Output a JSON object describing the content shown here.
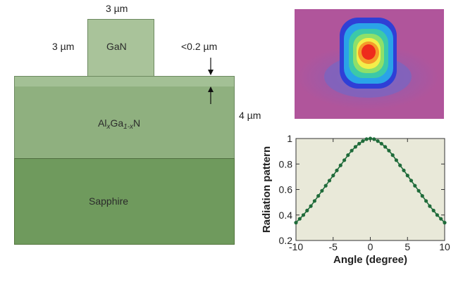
{
  "structure": {
    "ridge_width_label": "3 µm",
    "ridge_height_label": "3 µm",
    "ridge_material": "GaN",
    "thin_layer_label": "<0.2 µm",
    "cladding_thickness_label": "4 µm",
    "cladding_material": {
      "pre": "Al",
      "x1": "x",
      "mid": "Ga",
      "x2": "1-x",
      "post": "N"
    },
    "substrate_material": "Sapphire"
  },
  "colors": {
    "ridge": "#a9c39a",
    "thin_layer": "#a3c095",
    "cladding": "#8fb07f",
    "substrate": "#6f9a5d",
    "plot_bg": "#e9e9d9",
    "curve": "#1f6b3a",
    "mode_bg": "#b0559b"
  },
  "chart_data": {
    "type": "line",
    "xlabel": "Angle (degree)",
    "ylabel": "Radiation pattern",
    "xlim": [
      -10,
      10
    ],
    "ylim": [
      0.2,
      1.0
    ],
    "xticks": [
      -10,
      -5,
      0,
      5,
      10
    ],
    "yticks": [
      0.2,
      0.4,
      0.6,
      0.8,
      1
    ],
    "ytick_labels": [
      "0.2",
      "0.4",
      "0.6",
      "0.8",
      "1"
    ],
    "xtick_labels": [
      "-10",
      "-5",
      "0",
      "5",
      "10"
    ],
    "series": [
      {
        "x": [
          -10,
          -9.5,
          -9,
          -8.5,
          -8,
          -7.5,
          -7,
          -6.5,
          -6,
          -5.5,
          -5,
          -4.5,
          -4,
          -3.5,
          -3,
          -2.5,
          -2,
          -1.5,
          -1,
          -0.5,
          0,
          0.5,
          1,
          1.5,
          2,
          2.5,
          3,
          3.5,
          4,
          4.5,
          5,
          5.5,
          6,
          6.5,
          7,
          7.5,
          8,
          8.5,
          9,
          9.5,
          10
        ],
        "y": [
          0.34,
          0.37,
          0.4,
          0.435,
          0.47,
          0.51,
          0.55,
          0.59,
          0.63,
          0.67,
          0.71,
          0.75,
          0.79,
          0.83,
          0.87,
          0.905,
          0.935,
          0.96,
          0.98,
          0.995,
          1.0,
          0.995,
          0.98,
          0.96,
          0.935,
          0.905,
          0.87,
          0.83,
          0.79,
          0.75,
          0.71,
          0.67,
          0.63,
          0.59,
          0.55,
          0.51,
          0.47,
          0.435,
          0.4,
          0.37,
          0.34
        ]
      }
    ]
  }
}
